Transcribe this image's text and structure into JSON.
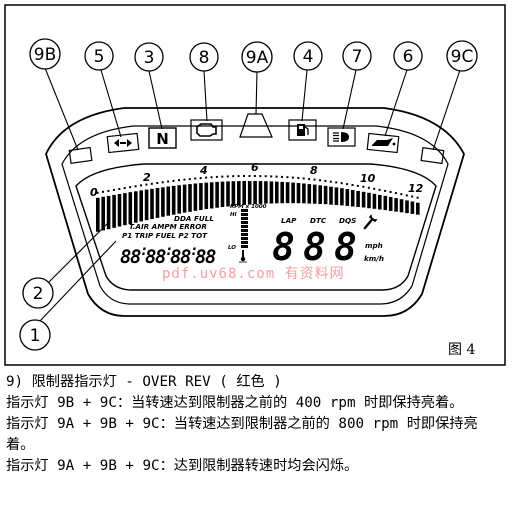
{
  "figure": {
    "callouts": {
      "c9B": "9B",
      "c5": "5",
      "c3": "3",
      "c8": "8",
      "c9A": "9A",
      "c4": "4",
      "c7": "7",
      "c6": "6",
      "c9C": "9C",
      "c2": "2",
      "c1": "1"
    },
    "rpm_ticks": [
      "0",
      "2",
      "4",
      "6",
      "8",
      "10",
      "12"
    ],
    "rpm_unit": "RPM x 1000",
    "gear_indicator": "N",
    "lcd": {
      "row1": "DDA FULL",
      "row2": "T.AIR AMPM ERROR",
      "row3": "P1 TRIP FUEL P2 TOT",
      "clock_digits": [
        "8",
        "8",
        "8",
        "8",
        "8",
        "8",
        "8",
        "8"
      ],
      "hi": "HI",
      "lo": "LO",
      "lap": "LAP",
      "dtc": "DTC",
      "dqs": "DQS",
      "speed_digits": [
        "8",
        "8",
        "8"
      ],
      "mph": "mph",
      "kmh": "km/h"
    },
    "watermark": "pdf.uv68.com 有资料网",
    "label": "图 4"
  },
  "caption": {
    "heading": "9) 限制器指示灯 - OVER REV ( 红色 )",
    "line1": "指示灯 9B + 9C：当转速达到限制器之前的 400 rpm 时即保持亮着。",
    "line2": "指示灯 9A + 9B + 9C：当转速达到限制器之前的 800 rpm 时即保持亮着。",
    "line3": "指示灯 9A + 9B + 9C：达到限制器转速时均会闪烁。"
  }
}
